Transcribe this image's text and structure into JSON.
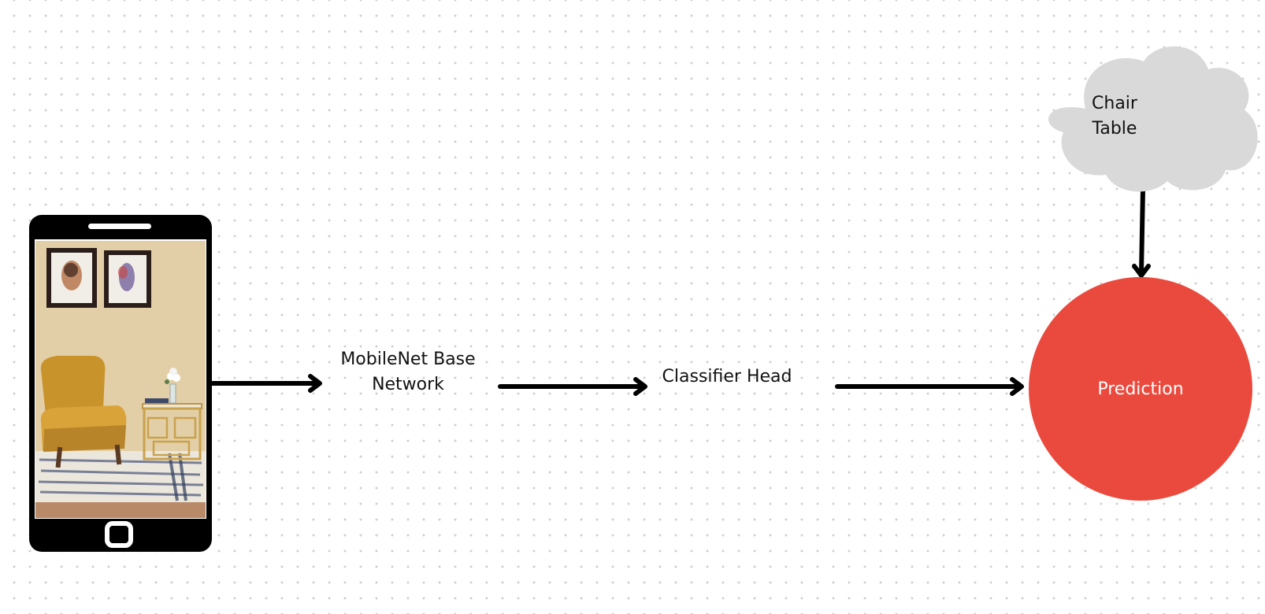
{
  "nodes": {
    "mobilenet": {
      "line1": "MobileNet Base",
      "line2": "Network"
    },
    "classifier": {
      "label": "Classifier Head"
    },
    "prediction": {
      "label": "Prediction"
    },
    "classes": {
      "items": [
        "Chair",
        "Table"
      ]
    }
  },
  "phone": {
    "image_semantic": "room-photo-armchair-side-table"
  },
  "colors": {
    "prediction_fill": "#EA4A3E",
    "cloud_fill": "#D9D9D9",
    "arrow": "#000000",
    "phone_body": "#000000"
  }
}
